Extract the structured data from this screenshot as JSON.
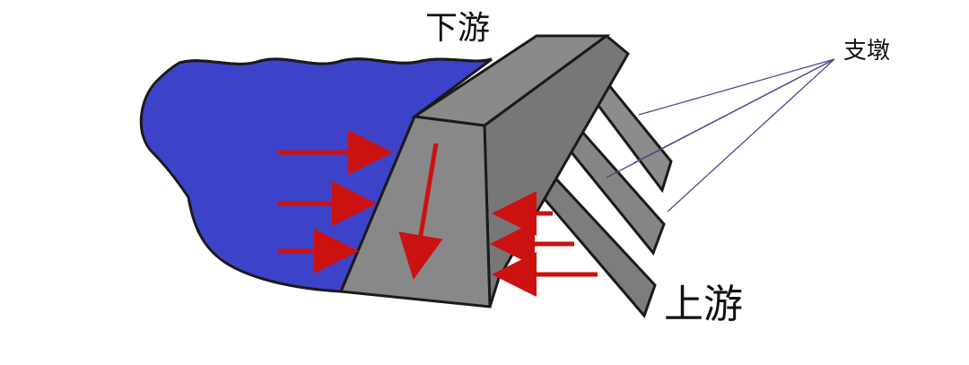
{
  "labels": {
    "downstream": "下游",
    "upstream": "上游",
    "buttress": "支墩"
  },
  "colors": {
    "water": "#3d43c9",
    "concrete": "#888888",
    "concrete_shade": "#6f6f6f",
    "outline": "#1a1a1a",
    "arrow": "#cc1111",
    "pointer_line": "#4a4a8a"
  }
}
